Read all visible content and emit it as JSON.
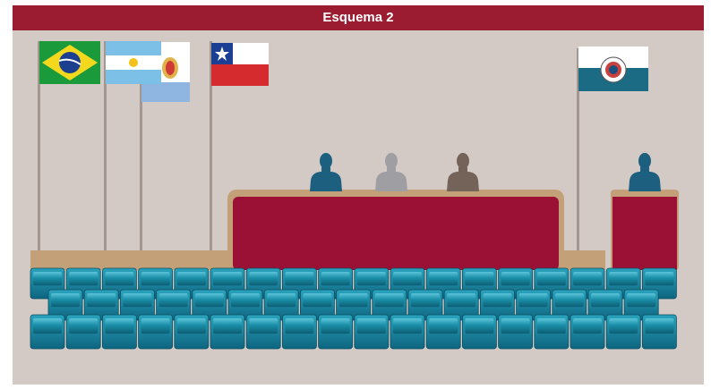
{
  "title": "Esquema 2",
  "colors": {
    "header": "#9b1b30",
    "background": "#d3cac5",
    "platform": "#c4a079",
    "table_front": "#9b1035",
    "seat": "#1a8fa8",
    "pole": "#a39790"
  },
  "figures": [
    {
      "name": "presiding-member-left",
      "color": "#1d5f7e"
    },
    {
      "name": "presiding-member-center",
      "color": "#9e9ea3"
    },
    {
      "name": "presiding-member-right",
      "color": "#736359"
    },
    {
      "name": "speaker-at-podium",
      "color": "#1d5f7e"
    }
  ],
  "flags": [
    {
      "name": "brazil-flag"
    },
    {
      "name": "argentina-flag"
    },
    {
      "name": "province-flag"
    },
    {
      "name": "chile-flag"
    },
    {
      "name": "institution-flag"
    }
  ],
  "seating": {
    "row_counts": [
      18,
      17,
      18
    ]
  }
}
